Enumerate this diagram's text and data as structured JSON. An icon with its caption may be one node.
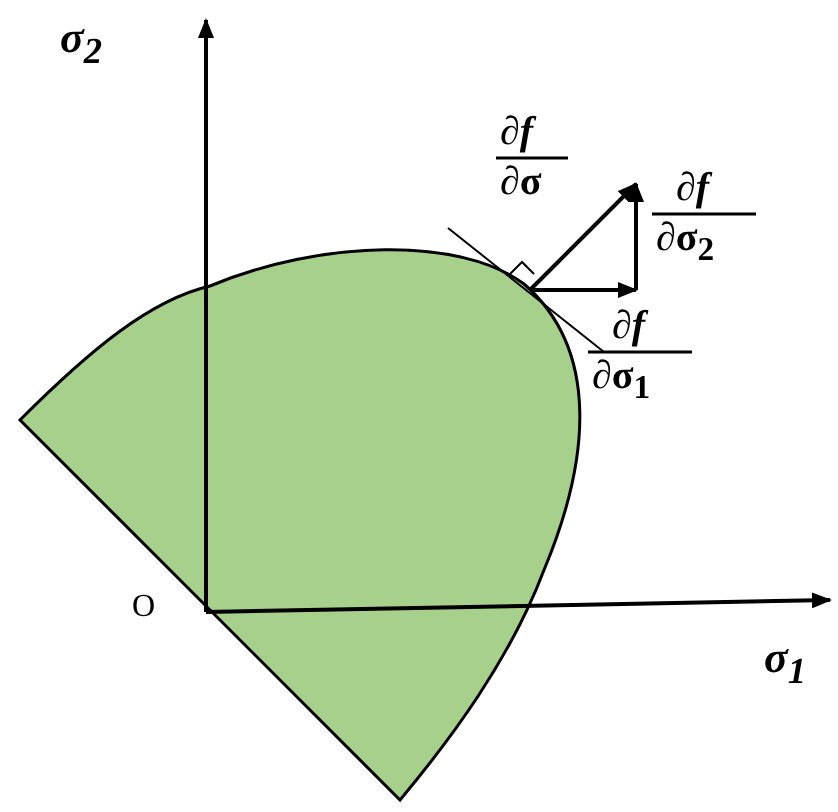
{
  "diagram": {
    "labels": [
      "σ$_{2}$",
      "∂f",
      "∂σ",
      "∂f",
      "∂σ$_{2}$",
      "∂f",
      "∂σ$_{1}$",
      "O",
      "σ$_{1}$"
    ]
  }
}
